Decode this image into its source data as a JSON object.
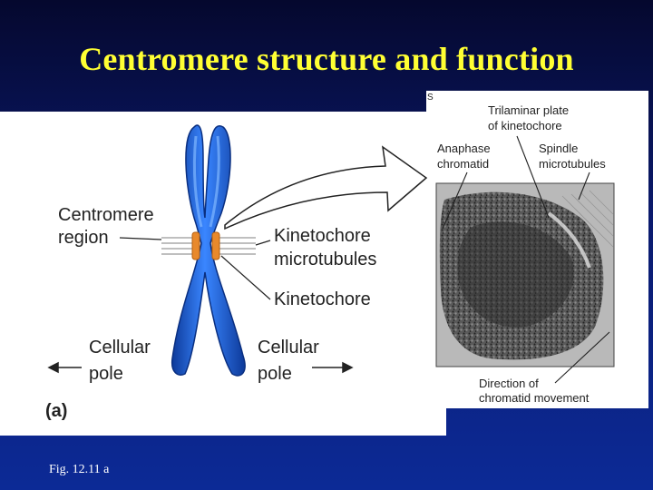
{
  "slide": {
    "title": "Centromere structure and function",
    "caption": "Fig. 12.11 a"
  },
  "diagram_a": {
    "centromere_label_1": "Centromere",
    "centromere_label_2": "region",
    "kt_microtubules_label_1": "Kinetochore",
    "kt_microtubules_label_2": "microtubules",
    "kinetochore_label": "Kinetochore",
    "pole_left_1": "Cellular",
    "pole_left_2": "pole",
    "pole_right_1": "Cellular",
    "pole_right_2": "pole",
    "panel_letter": "(a)"
  },
  "micrograph": {
    "trilaminar_1": "Trilaminar plate",
    "trilaminar_2": "of kinetochore",
    "anaphase_1": "Anaphase",
    "anaphase_2": "chromatid",
    "spindle_1": "Spindle",
    "spindle_2": "microtubules",
    "direction_1": "Direction of",
    "direction_2": "chromatid movement"
  },
  "colors": {
    "title": "#ffff33",
    "chromosome": "#1f5fd0",
    "kinetochore": "#e8892c"
  }
}
